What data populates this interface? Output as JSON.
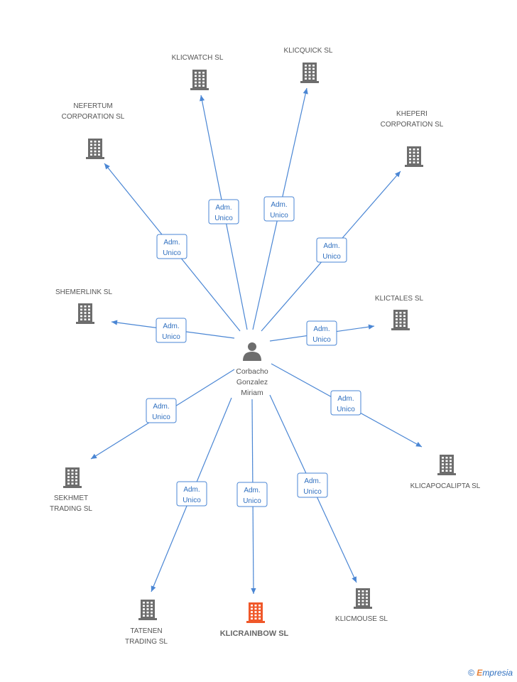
{
  "person": {
    "name_lines": [
      "Corbacho",
      "Gonzalez",
      "Miriam"
    ],
    "color": "#6d6d6d"
  },
  "colors": {
    "edge": "#4a86d4",
    "building": "#6d6d6d",
    "highlight": "#f0582a"
  },
  "companies": [
    {
      "id": "klicwatch",
      "label_lines": [
        "KLICWATCH SL"
      ],
      "edge_label": [
        "Adm.",
        "Unico"
      ]
    },
    {
      "id": "klicquick",
      "label_lines": [
        "KLICQUICK SL"
      ],
      "edge_label": [
        "Adm.",
        "Unico"
      ]
    },
    {
      "id": "nefertum",
      "label_lines": [
        "NEFERTUM",
        "CORPORATION SL"
      ],
      "edge_label": [
        "Adm.",
        "Unico"
      ]
    },
    {
      "id": "kheperi",
      "label_lines": [
        "KHEPERI",
        "CORPORATION SL"
      ],
      "edge_label": [
        "Adm.",
        "Unico"
      ]
    },
    {
      "id": "shemerlink",
      "label_lines": [
        "SHEMERLINK SL"
      ],
      "edge_label": [
        "Adm.",
        "Unico"
      ]
    },
    {
      "id": "klictales",
      "label_lines": [
        "KLICTALES SL"
      ],
      "edge_label": [
        "Adm.",
        "Unico"
      ]
    },
    {
      "id": "sekhmet",
      "label_lines": [
        "SEKHMET",
        "TRADING SL"
      ],
      "edge_label": [
        "Adm.",
        "Unico"
      ]
    },
    {
      "id": "klicapocalipta",
      "label_lines": [
        "KLICAPOCALIPTA SL"
      ],
      "edge_label": [
        "Adm.",
        "Unico"
      ]
    },
    {
      "id": "tatenen",
      "label_lines": [
        "TATENEN",
        "TRADING SL"
      ],
      "edge_label": [
        "Adm.",
        "Unico"
      ]
    },
    {
      "id": "klicrainbow",
      "label_lines": [
        "KLICRAINBOW SL"
      ],
      "edge_label": [
        "Adm.",
        "Unico"
      ],
      "highlight": true
    },
    {
      "id": "klicmouse",
      "label_lines": [
        "KLICMOUSE SL"
      ],
      "edge_label": [
        "Adm.",
        "Unico"
      ]
    }
  ],
  "footer": {
    "copyright": "©",
    "brand_initial": "E",
    "brand_rest": "mpresia"
  }
}
